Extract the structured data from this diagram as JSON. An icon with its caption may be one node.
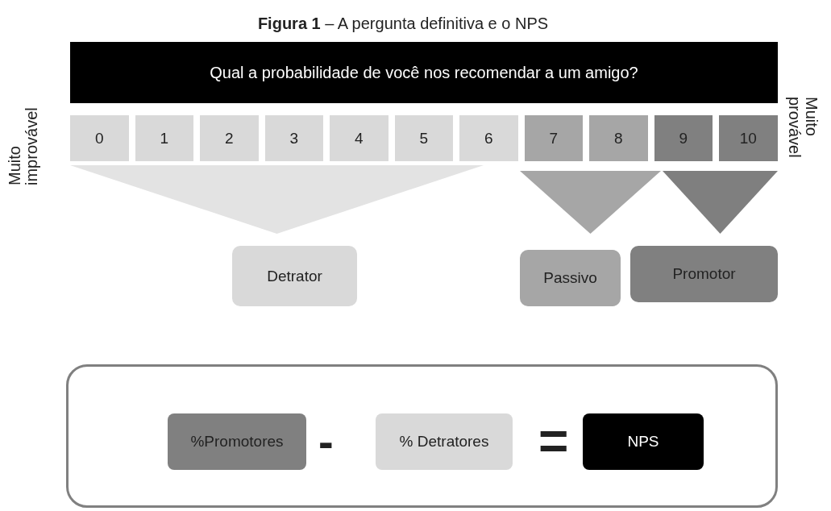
{
  "diagram": {
    "title": "**Figura 1** – A pergunta definitiva e o NPS",
    "nodes": [
      {
        "text": [
          "Qual a probabilidade de você nos recomendar a um amigo?"
        ]
      },
      {
        "text": [
          "0"
        ]
      },
      {
        "text": [
          "1"
        ]
      },
      {
        "text": [
          "2"
        ]
      },
      {
        "text": [
          "3"
        ]
      },
      {
        "text": [
          "4"
        ]
      },
      {
        "text": [
          "5"
        ]
      },
      {
        "text": [
          "6"
        ]
      },
      {
        "text": [
          "7"
        ]
      },
      {
        "text": [
          "8"
        ]
      },
      {
        "text": [
          "9"
        ]
      },
      {
        "text": [
          "10"
        ]
      },
      {
        "text": [],
        "shape": "triangle"
      },
      {
        "text": [],
        "shape": "triangle"
      },
      {
        "text": [],
        "shape": "triangle"
      },
      {
        "text": [
          "Detrator"
        ]
      },
      {
        "text": [
          "Passivo"
        ]
      },
      {
        "text": [
          "Promotor"
        ]
      },
      {
        "text": [],
        "shape": "box"
      },
      {
        "text": [
          "%Promotores"
        ],
        "in": 18
      },
      {
        "text": [
          "% Detratores"
        ],
        "in": 18
      },
      {
        "text": [
          "NPS"
        ],
        "in": 18
      }
    ],
    "edges": [],
    "labels": [
      "Muito improvável",
      "Muito provável",
      "-",
      "="
    ]
  }
}
